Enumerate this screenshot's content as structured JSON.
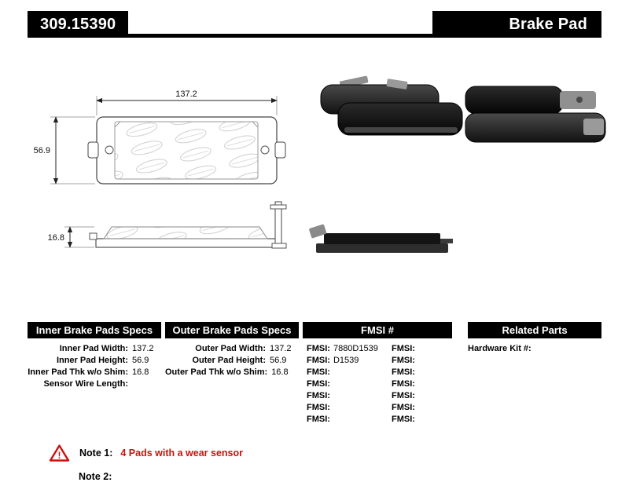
{
  "header": {
    "part_number": "309.15390",
    "product_type": "Brake Pad"
  },
  "drawing": {
    "width_dim": "137.2",
    "height_dim": "56.9",
    "thickness_dim": "16.8"
  },
  "specs": {
    "inner": {
      "title": "Inner Brake Pads Specs",
      "rows": [
        {
          "label": "Inner Pad Width:",
          "value": "137.2"
        },
        {
          "label": "Inner Pad Height:",
          "value": "56.9"
        },
        {
          "label": "Inner Pad Thk w/o Shim:",
          "value": "16.8"
        },
        {
          "label": "Sensor Wire Length:",
          "value": ""
        }
      ]
    },
    "outer": {
      "title": "Outer Brake Pads Specs",
      "rows": [
        {
          "label": "Outer Pad Width:",
          "value": "137.2"
        },
        {
          "label": "Outer Pad Height:",
          "value": "56.9"
        },
        {
          "label": "Outer Pad Thk w/o Shim:",
          "value": "16.8"
        }
      ]
    },
    "fmsi": {
      "title": "FMSI #",
      "left_rows": [
        {
          "label": "FMSI:",
          "value": "7880D1539"
        },
        {
          "label": "FMSI:",
          "value": "D1539"
        },
        {
          "label": "FMSI:",
          "value": ""
        },
        {
          "label": "FMSI:",
          "value": ""
        },
        {
          "label": "FMSI:",
          "value": ""
        },
        {
          "label": "FMSI:",
          "value": ""
        },
        {
          "label": "FMSI:",
          "value": ""
        }
      ],
      "right_rows": [
        {
          "label": "FMSI:",
          "value": ""
        },
        {
          "label": "FMSI:",
          "value": ""
        },
        {
          "label": "FMSI:",
          "value": ""
        },
        {
          "label": "FMSI:",
          "value": ""
        },
        {
          "label": "FMSI:",
          "value": ""
        },
        {
          "label": "FMSI:",
          "value": ""
        },
        {
          "label": "FMSI:",
          "value": ""
        }
      ]
    },
    "related": {
      "title": "Related Parts",
      "rows": [
        {
          "label": "Hardware Kit #:",
          "value": ""
        }
      ]
    }
  },
  "notes": {
    "warning_glyph": "!",
    "note1_label": "Note 1:",
    "note1_text": "4 Pads with a wear sensor",
    "note2_label": "Note 2:",
    "note2_text": ""
  },
  "colors": {
    "bar_black": "#000000",
    "accent_red": "#cc1111"
  }
}
